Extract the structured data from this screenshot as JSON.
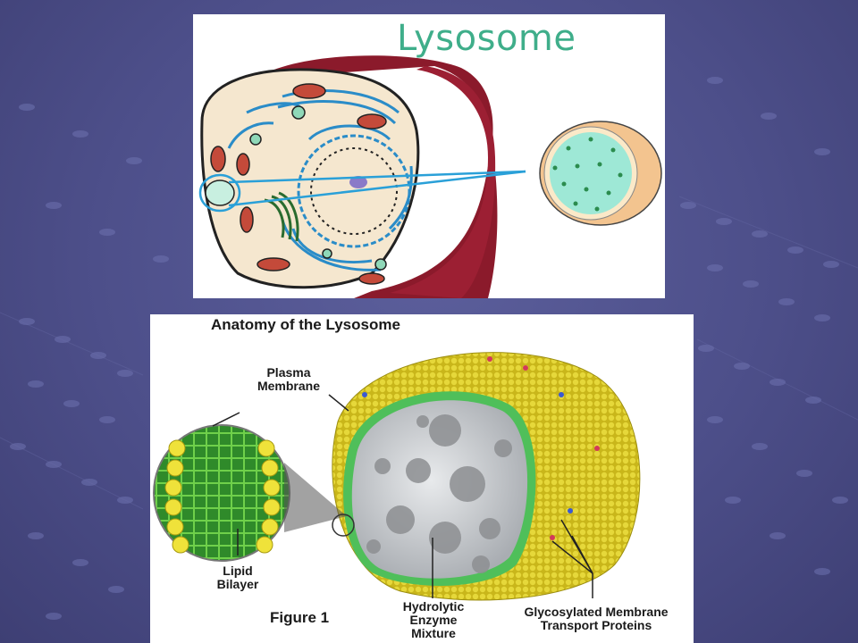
{
  "slide": {
    "background_color": "#4d4f8a",
    "accent_color": "#3fae8a"
  },
  "top_figure": {
    "title": "Lysosome",
    "icons": [
      "cell-diagram",
      "lysosome-magnified"
    ]
  },
  "bottom_figure": {
    "title": "Anatomy of the Lysosome",
    "figure_label": "Figure 1",
    "labels": {
      "plasma_membrane": [
        "Plasma",
        "Membrane"
      ],
      "lipid_bilayer": [
        "Lipid",
        "Bilayer"
      ],
      "enzyme_mixture": [
        "Hydrolytic",
        "Enzyme",
        "Mixture"
      ],
      "transport_proteins": [
        "Glycosylated Membrane",
        "Transport Proteins"
      ]
    }
  }
}
